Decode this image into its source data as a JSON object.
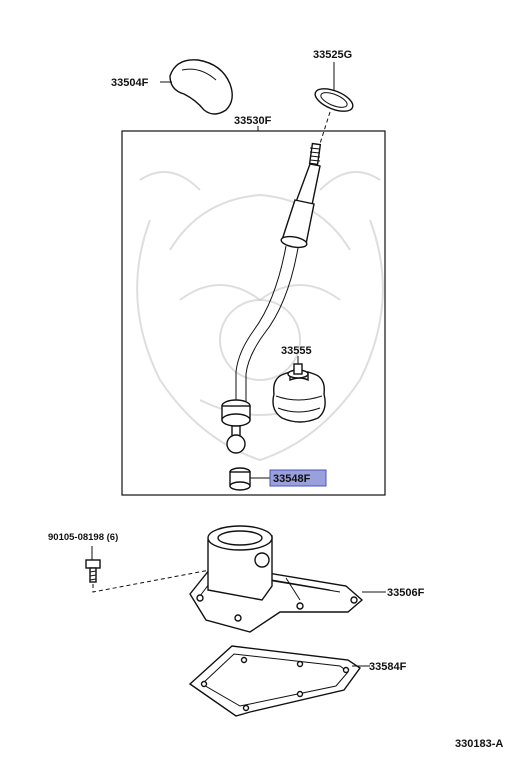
{
  "labels": {
    "knob": "33504F",
    "gasket_top": "33525G",
    "lever_assembly": "33530F",
    "boot": "33555",
    "bushing": "33548F",
    "bolt": "90105-08198 (6)",
    "retainer": "33506F",
    "gasket_bottom": "33584F",
    "diagram_id": "330183-A"
  },
  "colors": {
    "highlight_fill": "#9aa0dc",
    "highlight_stroke": "#4a55b8",
    "line": "#111111",
    "watermark": "#c8c8c8"
  },
  "highlighted_part": "33548F"
}
